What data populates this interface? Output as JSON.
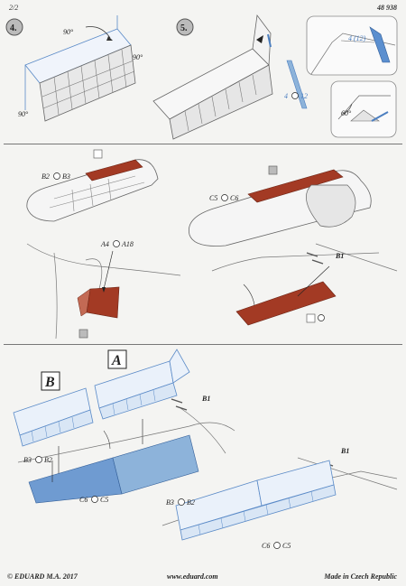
{
  "header": {
    "page_number": "2/2",
    "product_code": "48 938"
  },
  "steps": {
    "step4": {
      "number": "4.",
      "angle_top": "90°",
      "angle_right": "90°",
      "angle_bottom": "90°"
    },
    "step5": {
      "number": "5.",
      "part_ref": "4",
      "part_ref_alt": "12"
    },
    "inset_top": {
      "label": "4 (12)"
    },
    "inset_angle": {
      "label": "60°"
    }
  },
  "section2": {
    "left_wing": {
      "ref_a": "B2",
      "ref_b": "B3"
    },
    "right_wing": {
      "ref_a": "C5",
      "ref_b": "C6"
    },
    "detail": {
      "ref_a": "A4",
      "ref_b": "A18"
    },
    "flap": {
      "ref": "B1"
    }
  },
  "section3": {
    "option_a": "A",
    "option_b": "B",
    "upper_ref": "B1",
    "left_refs": {
      "a": "B3",
      "b": "B2"
    },
    "left_bottom": {
      "a": "C6",
      "b": "C5"
    },
    "right_ref": "B1",
    "right_refs": {
      "a": "B3",
      "b": "B2"
    },
    "right_bottom": {
      "a": "C6",
      "b": "C5"
    }
  },
  "footer": {
    "copyright": "© EDUARD  M.A. 2017",
    "website": "www.eduard.com",
    "origin": "Made in Czech Republic"
  },
  "colors": {
    "red_part": "#a33a24",
    "blue_part": "#8db3da",
    "blue_line": "#4c7fc0"
  }
}
